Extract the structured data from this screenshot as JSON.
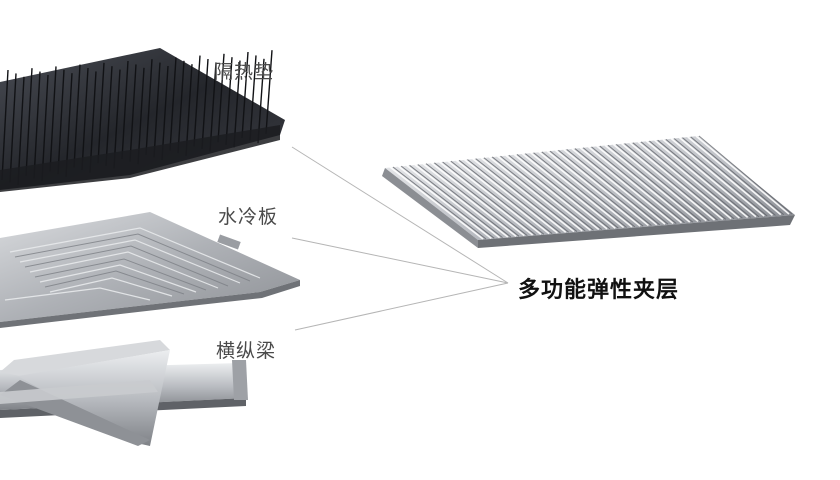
{
  "labels": {
    "insulation_pad": "隔热垫",
    "cold_plate": "水冷板",
    "beams": "横纵梁",
    "main": "多功能弹性夹层"
  },
  "icons": {
    "insulation_pad": "fin-stack-illustration",
    "cold_plate": "cold-plate-illustration",
    "beams": "crossbeam-illustration",
    "elastic_layer": "elastic-interlayer-illustration"
  },
  "colors": {
    "leader_line": "#b5b5b5",
    "dark_metal": "#2b2d33",
    "silver": "#c4c7cc",
    "text": "#4a4a4a",
    "main_text": "#111111"
  }
}
